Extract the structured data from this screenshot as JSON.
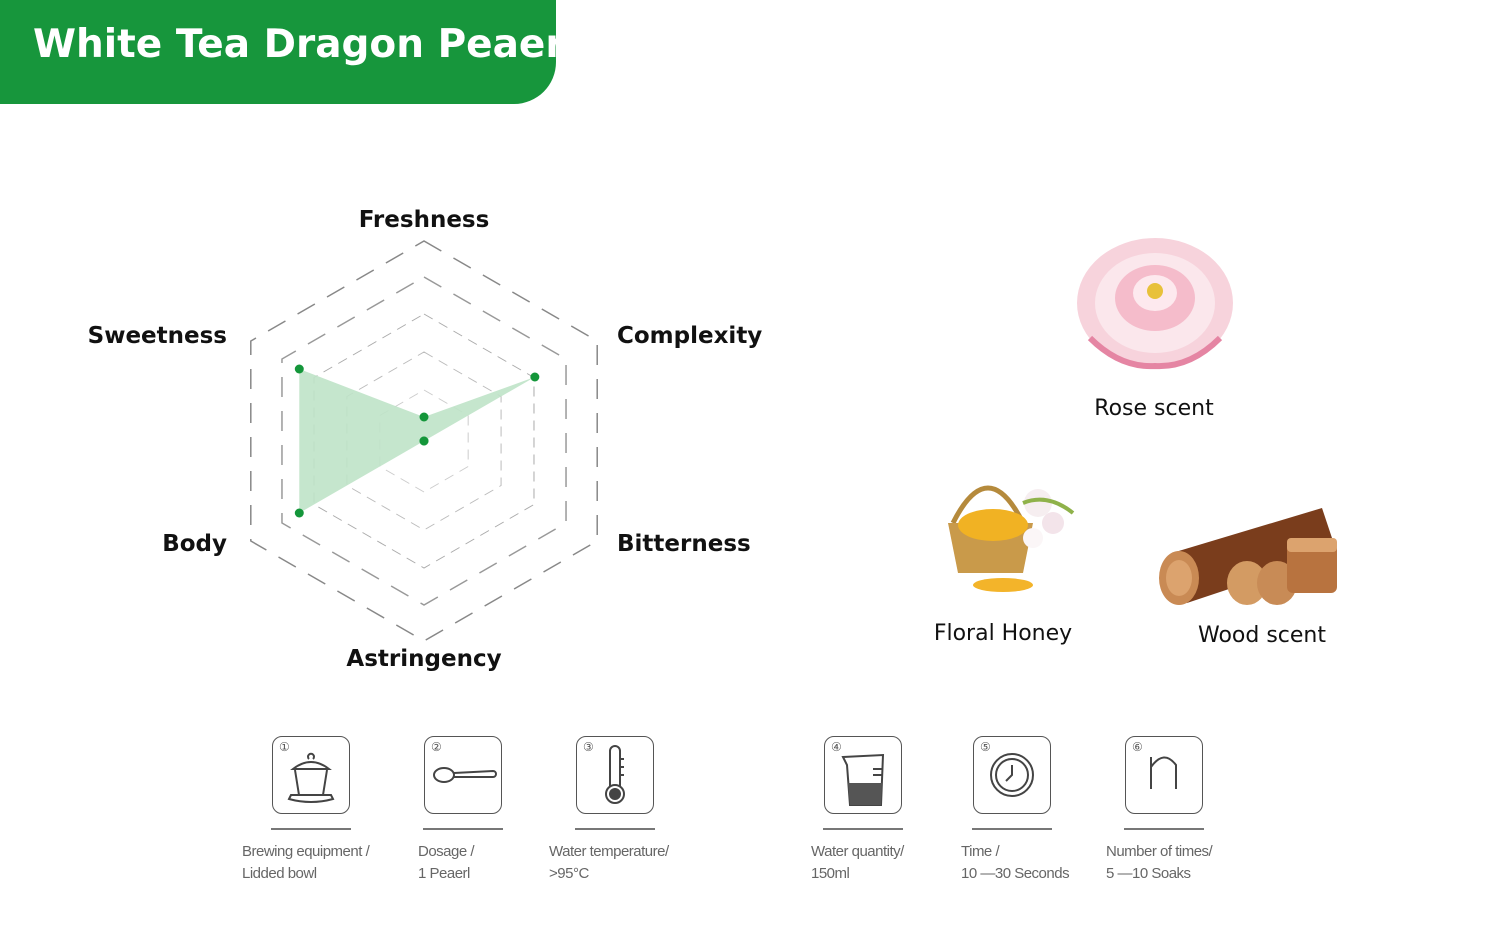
{
  "title": "White Tea Dragon Peaerl",
  "chart_data": {
    "type": "radar",
    "axes": [
      "Freshness",
      "Complexity",
      "Bitterness",
      "Astringency",
      "Body",
      "Sweetness"
    ],
    "values": [
      0.6,
      3.2,
      0,
      0,
      3.6,
      3.6
    ],
    "range": [
      0,
      5
    ],
    "rings": 5,
    "fill_color": "#bfe3c8",
    "point_color": "#14963a"
  },
  "aromas": [
    {
      "label": "Rose scent",
      "icon": "rose-icon"
    },
    {
      "label": "Floral Honey",
      "icon": "honey-basket-icon"
    },
    {
      "label": "Wood scent",
      "icon": "wood-log-icon"
    }
  ],
  "steps": [
    {
      "num": "①",
      "line1": "Brewing equipment /",
      "line2": "Lidded bowl",
      "icon": "lidded-bowl-icon"
    },
    {
      "num": "②",
      "line1": "Dosage /",
      "line2": "1 Peaerl",
      "icon": "spoon-icon"
    },
    {
      "num": "③",
      "line1": "Water temperature/",
      "line2": ">95°C",
      "icon": "thermometer-icon"
    },
    {
      "num": "④",
      "line1": "Water quantity/",
      "line2": "150ml",
      "icon": "measuring-cup-icon"
    },
    {
      "num": "⑤",
      "line1": "Time /",
      "line2": "10 —30 Seconds",
      "icon": "clock-icon"
    },
    {
      "num": "⑥",
      "line1": "Number of times/",
      "line2": "5 —10 Soaks",
      "icon": "n-letter-icon"
    }
  ]
}
